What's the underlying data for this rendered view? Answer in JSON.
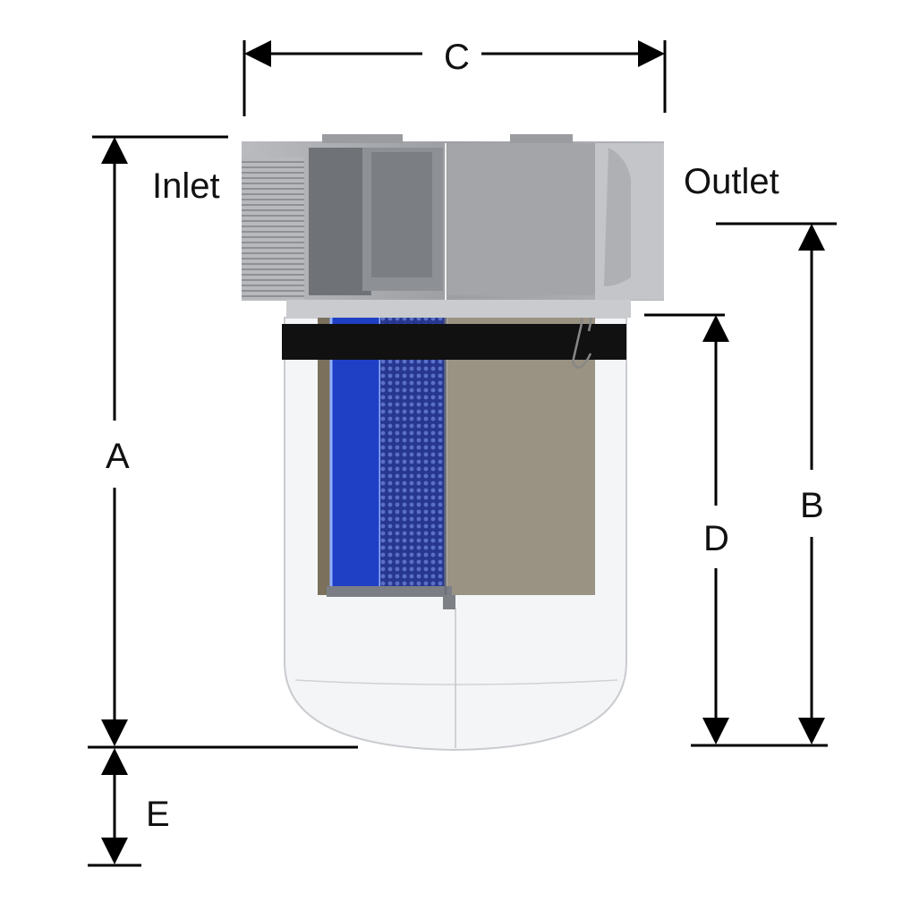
{
  "labels": {
    "inlet": "Inlet",
    "outlet": "Outlet",
    "dim_a": "A",
    "dim_b": "B",
    "dim_c": "C",
    "dim_d": "D",
    "dim_e": "E"
  },
  "colors": {
    "housing": "#a9abae",
    "housing_dark": "#7d8084",
    "band": "#111111",
    "filter_blue": "#1f3fc4",
    "mesh": "#3d52a8",
    "element": "#9a9282",
    "bowl": "#f3f4f6"
  }
}
